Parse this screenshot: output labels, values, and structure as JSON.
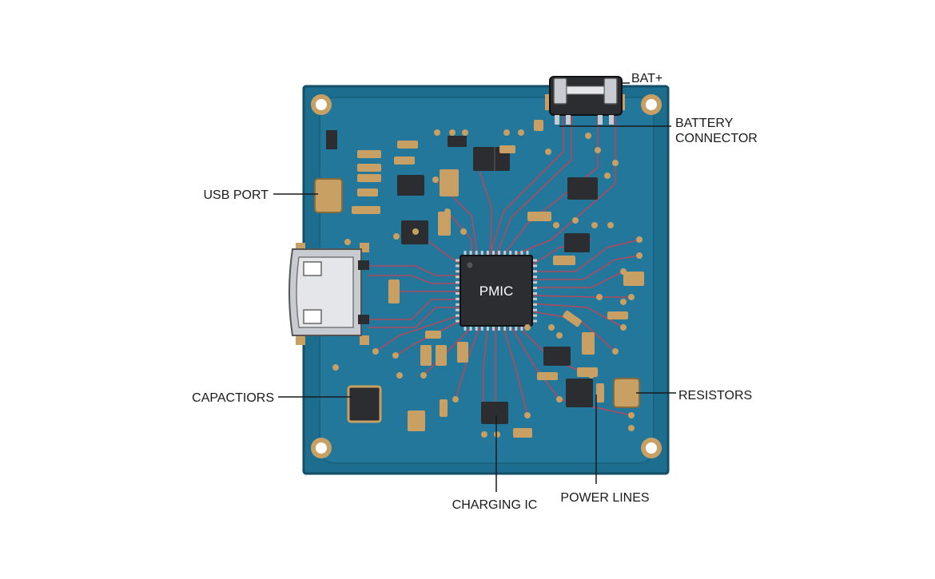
{
  "colors": {
    "board": "#1d6d8e",
    "board_inner": "#22779a",
    "board_border": "#144f67",
    "trace": "#b04a5f",
    "pad": "#c9a063",
    "ic_body": "#2b2d30",
    "metal": "#c8ccd1",
    "leader": "#1a1a1a"
  },
  "chip": {
    "label": "PMIC"
  },
  "callouts": {
    "bat_plus": "BAT+",
    "battery_connector_line1": "BATTERY",
    "battery_connector_line2": "CONNECTOR",
    "usb_port": "USB PORT",
    "capacitors": "CAPACTIORS",
    "resistors": "RESISTORS",
    "charging_ic": "CHARGING IC",
    "power_lines": "POWER LINES"
  }
}
